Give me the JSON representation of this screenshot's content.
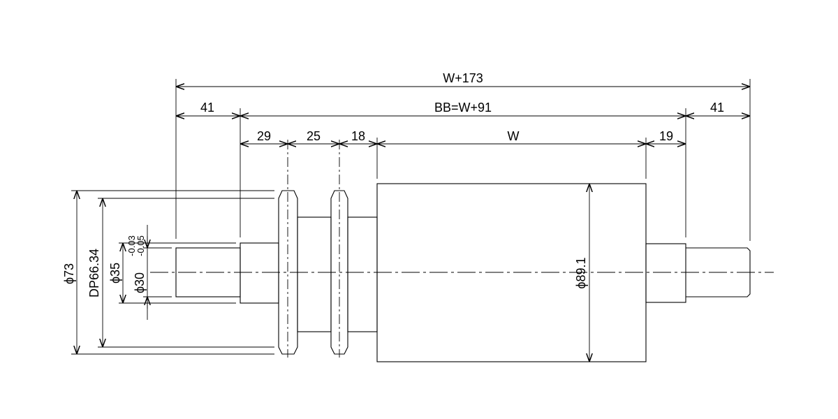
{
  "dimensions": {
    "overall": "W+173",
    "left_end": "41",
    "bb": "BB=W+91",
    "right_end": "41",
    "seg_29": "29",
    "seg_25": "25",
    "seg_18": "18",
    "roll_w": "W",
    "seg_19": "19",
    "dia_73": "ϕ73",
    "dia_dp": "DP66.34",
    "dia_35": "ϕ35",
    "dia_30": "ϕ30",
    "tol_upper": "-0.03",
    "tol_lower": "-0.05",
    "dia_891": "ϕ89.1"
  }
}
